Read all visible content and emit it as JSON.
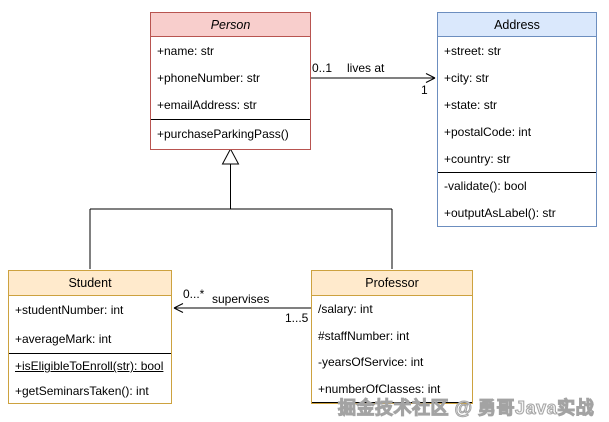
{
  "classes": {
    "person": {
      "name": "Person",
      "stereotype": "abstract",
      "header_fill": "#f8cecc",
      "border_color": "#b85450",
      "attributes": [
        {
          "text": "+name: str"
        },
        {
          "text": "+phoneNumber: str"
        },
        {
          "text": "+emailAddress: str"
        }
      ],
      "methods": [
        {
          "text": "+purchaseParkingPass()"
        }
      ]
    },
    "address": {
      "name": "Address",
      "header_fill": "#dae8fc",
      "border_color": "#6c8ebf",
      "attributes": [
        {
          "text": "+street: str"
        },
        {
          "text": "+city: str"
        },
        {
          "text": "+state: str"
        },
        {
          "text": "+postalCode: int"
        },
        {
          "text": "+country: str"
        }
      ],
      "methods": [
        {
          "text": "-validate(): bool"
        },
        {
          "text": "+outputAsLabel(): str"
        }
      ]
    },
    "student": {
      "name": "Student",
      "header_fill": "#ffeacc",
      "border_color": "#cda23f",
      "attributes": [
        {
          "text": "+studentNumber: int"
        },
        {
          "text": "+averageMark: int"
        }
      ],
      "methods": [
        {
          "text": "+isEligibleToEnroll(str): bool",
          "underline": true
        },
        {
          "text": "+getSeminarsTaken(): int"
        }
      ]
    },
    "professor": {
      "name": "Professor",
      "header_fill": "#ffeacc",
      "border_color": "#cda23f",
      "attributes": [
        {
          "text": "/salary: int"
        },
        {
          "text": "#staffNumber: int"
        },
        {
          "text": "-yearsOfService: int"
        },
        {
          "text": "+numberOfClasses: int"
        }
      ],
      "methods": []
    }
  },
  "relations": {
    "lives_at": {
      "label": "lives at",
      "person_multiplicity": "0..1",
      "address_multiplicity": "1"
    },
    "supervises": {
      "label": "supervises",
      "student_multiplicity": "0...*",
      "professor_multiplicity": "1...5"
    }
  },
  "watermark": "掘金技术社区 @ 勇哥Java实战",
  "line_color": "#000000"
}
